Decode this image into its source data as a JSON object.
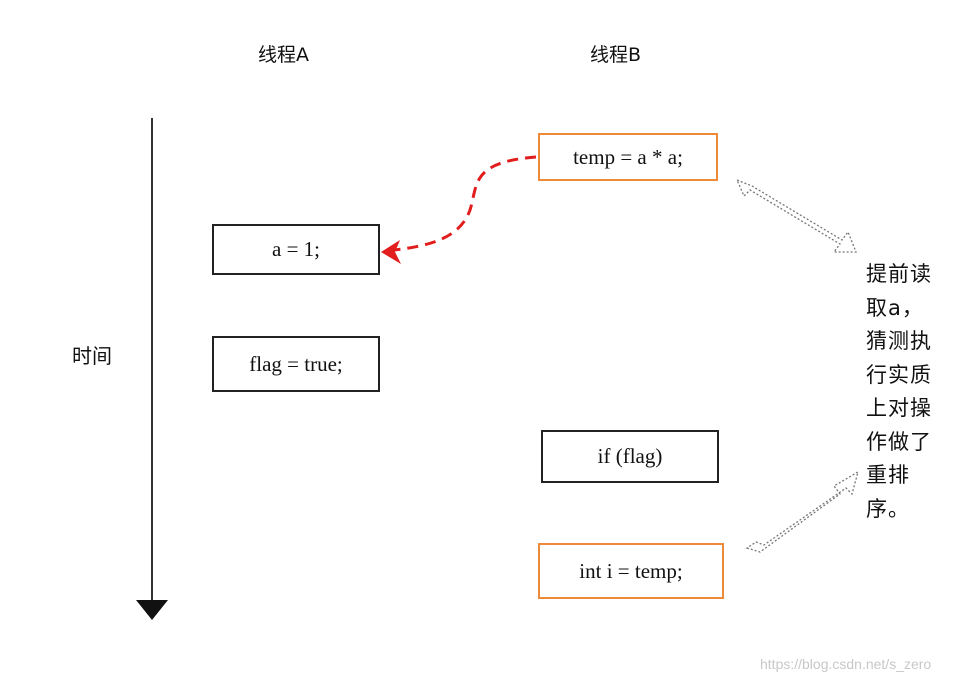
{
  "headers": {
    "thread_a": "线程A",
    "thread_b": "线程B"
  },
  "time_axis": {
    "label": "时间"
  },
  "thread_a_ops": [
    "a = 1;",
    "flag = true;"
  ],
  "thread_b_ops": [
    "temp = a * a;",
    "if (flag)",
    "int i = temp;"
  ],
  "annotation": "提前读\n取a，\n猜测执\n行实质\n上对操\n作做了\n重排\n序。",
  "watermark": "https://blog.csdn.net/s_zero",
  "colors": {
    "reorder_arrow": "#e11d1d",
    "highlight_border": "#ec8a3a",
    "box_border": "#222222"
  }
}
